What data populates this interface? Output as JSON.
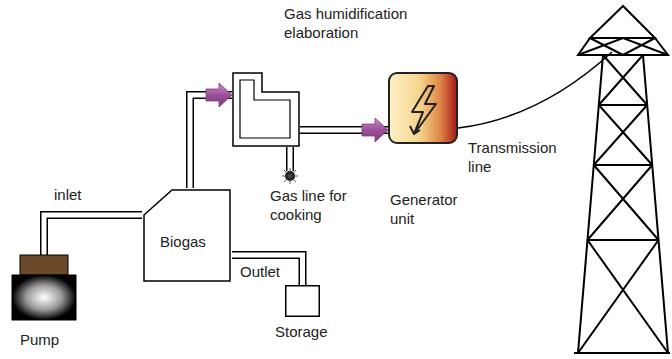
{
  "diagram": {
    "nodes": [
      {
        "text": [
          "Gas humidification elaboration"
        ]
      },
      {
        "text": [
          "Generator unit"
        ]
      },
      {
        "text": [
          "Biogas"
        ]
      },
      {
        "text": [
          "Pump"
        ]
      },
      {
        "text": [
          "Storage"
        ]
      }
    ],
    "edges": [
      {
        "from": 3,
        "to": 2,
        "label": "inlet",
        "arrow": "none"
      },
      {
        "from": 2,
        "to": 0,
        "arrow": "to"
      },
      {
        "from": 0,
        "to": 1,
        "arrow": "to"
      },
      {
        "from": 2,
        "to": 4,
        "label": "Outlet",
        "arrow": "none"
      }
    ],
    "labels": [
      "Gas line for cooking",
      "Transmission line"
    ]
  }
}
